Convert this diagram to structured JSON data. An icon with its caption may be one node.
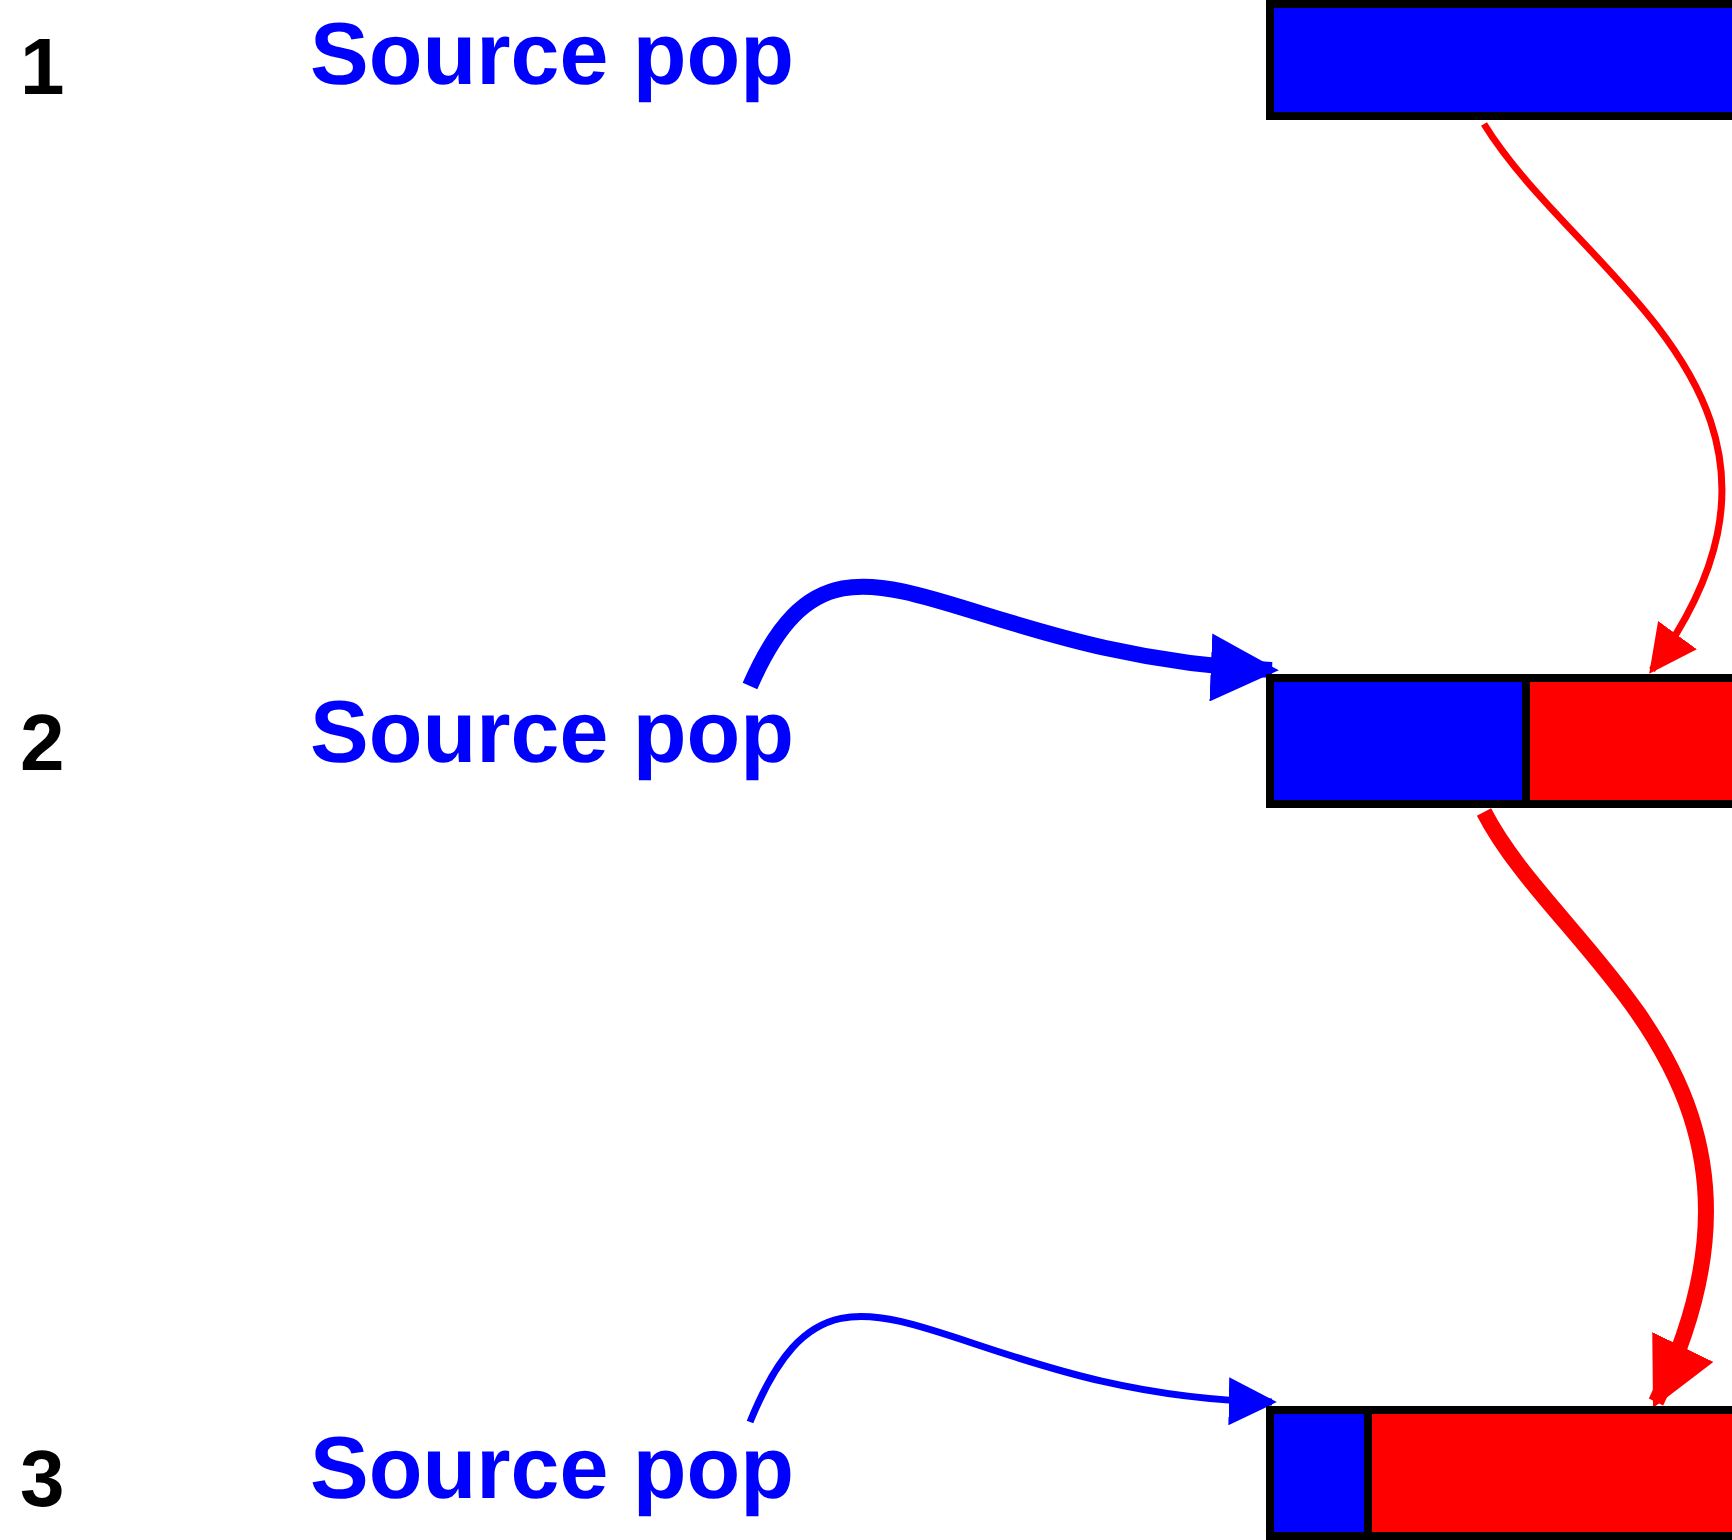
{
  "diagram": {
    "nodes": [
      {
        "text": [
          "Source pop"
        ]
      },
      {
        "text": [],
        "shape": "bar"
      },
      {
        "text": [
          "Source pop"
        ]
      },
      {
        "text": [],
        "shape": "bar"
      },
      {
        "text": [
          "Source pop"
        ]
      },
      {
        "text": [],
        "shape": "bar"
      }
    ],
    "edges": [
      {
        "from": 1,
        "to": 3,
        "arrow": "to",
        "color": "#ff0000"
      },
      {
        "from": 2,
        "to": 3,
        "arrow": "to",
        "style": "thick",
        "color": "#0000ff"
      },
      {
        "from": 3,
        "to": 5,
        "arrow": "to",
        "style": "thick",
        "color": "#ff0000"
      },
      {
        "from": 4,
        "to": 5,
        "arrow": "to",
        "color": "#0000ff"
      }
    ],
    "labels": [
      "1",
      "2",
      "3"
    ]
  }
}
